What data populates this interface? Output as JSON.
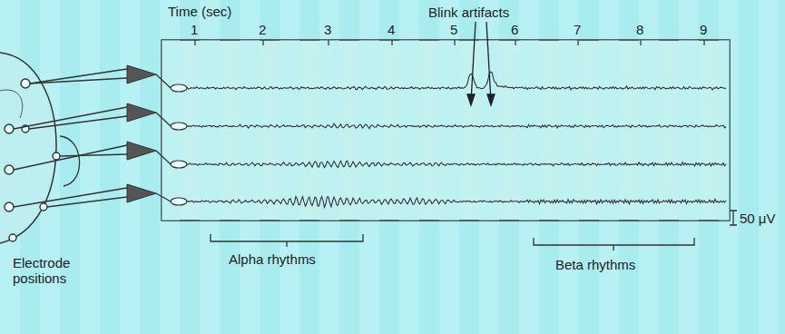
{
  "diagram": {
    "labels": [
      "Time (sec)",
      "1",
      "2",
      "3",
      "4",
      "5",
      "6",
      "7",
      "8",
      "9",
      "Blink artifacts",
      "Alpha rhythms",
      "Beta rhythms",
      "50 μV",
      "Electrode positions"
    ]
  }
}
